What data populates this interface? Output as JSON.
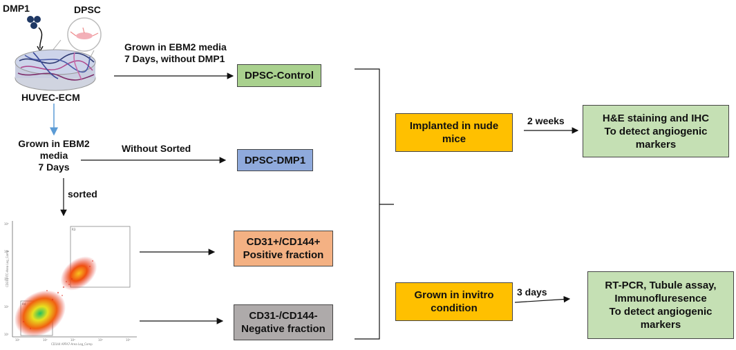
{
  "labels": {
    "dmp1": "DMP1",
    "dpsc": "DPSC",
    "huvec_ecm": "HUVEC-ECM",
    "grown_ebm2": "Grown in EBM2\nmedia\n7 Days",
    "sorted": "sorted",
    "grown_ebm2_without_dmp1": "Grown in EBM2 media\n7 Days, without DMP1",
    "without_sorted": "Without Sorted",
    "two_weeks": "2 weeks",
    "three_days": "3 days"
  },
  "boxes": {
    "dpsc_control": "DPSC-Control",
    "dpsc_dmp1": "DPSC-DMP1",
    "cd31_positive": "CD31+/CD144+\nPositive fraction",
    "cd31_negative": "CD31-/CD144-\nNegative fraction",
    "implanted": "Implanted in nude\nmice",
    "grown_invitro": "Grown in invitro\ncondition",
    "he_staining": "H&E staining and IHC\nTo detect angiogenic\nmarkers",
    "rtpcr": "RT-PCR, Tubule assay,\nImmunofluresence\nTo detect angiogenic\nmarkers"
  },
  "colors": {
    "green": "#a9d18e",
    "blue": "#8faadc",
    "salmon": "#f4b183",
    "gray": "#aeaaaa",
    "orange": "#ffc000",
    "light_green": "#c5e0b4",
    "blue_arrow": "#5b9bd5",
    "dot_navy": "#1f3864"
  },
  "icons": {
    "scaffold": "ecm-scaffold-icon",
    "cell": "dpsc-cell-icon",
    "molecules": "dmp1-molecule-icon",
    "flow_plot": "flow-cytometry-plot"
  }
}
